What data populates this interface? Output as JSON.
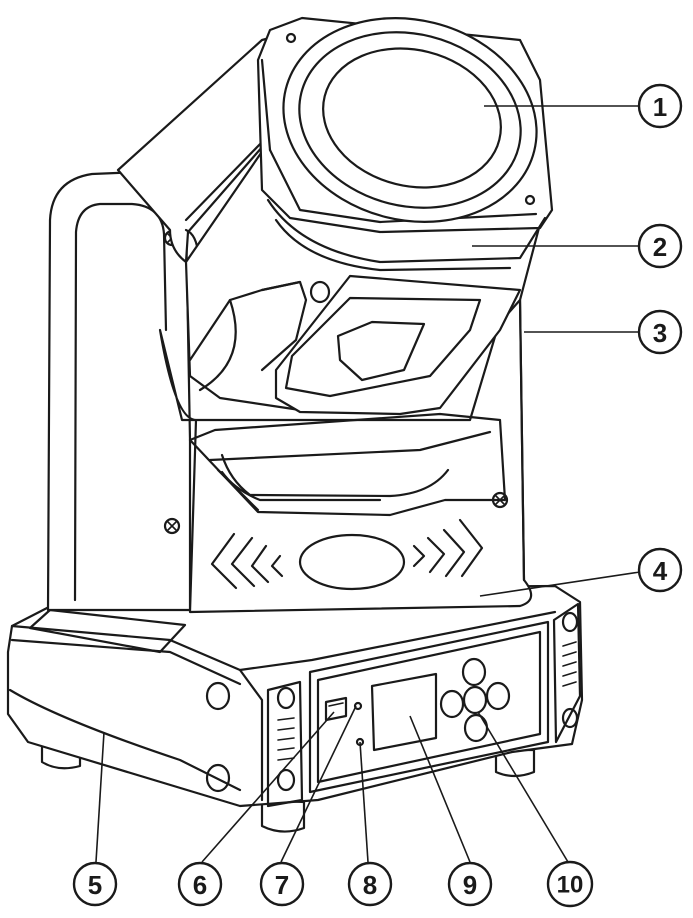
{
  "callouts": [
    {
      "id": "1",
      "label": "1"
    },
    {
      "id": "2",
      "label": "2"
    },
    {
      "id": "3",
      "label": "3"
    },
    {
      "id": "4",
      "label": "4"
    },
    {
      "id": "5",
      "label": "5"
    },
    {
      "id": "6",
      "label": "6"
    },
    {
      "id": "7",
      "label": "7"
    },
    {
      "id": "8",
      "label": "8"
    },
    {
      "id": "9",
      "label": "9"
    },
    {
      "id": "10",
      "label": "10"
    }
  ],
  "colors": {
    "line": "#1a1a1a",
    "background": "#ffffff"
  },
  "icons": {
    "screw": "screw-icon",
    "chevrons": "chevron-icon"
  }
}
